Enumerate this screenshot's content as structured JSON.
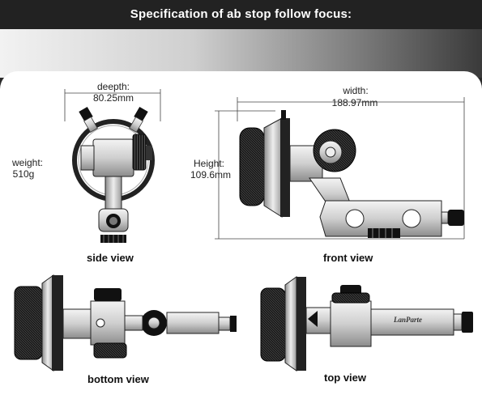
{
  "header": {
    "title": "Specification of ab stop follow focus:"
  },
  "side_view": {
    "depth_label": "deepth:",
    "depth_value": "80.25mm",
    "weight_label": "weight:",
    "weight_value": "510g",
    "caption": "side view"
  },
  "front_view": {
    "width_label": "width:",
    "width_value": "188.97mm",
    "height_label": "Height:",
    "height_value": "109.6mm",
    "caption": "front view"
  },
  "bottom_view": {
    "caption": "bottom view"
  },
  "top_view": {
    "caption": "top view",
    "brand": "LanParte"
  }
}
